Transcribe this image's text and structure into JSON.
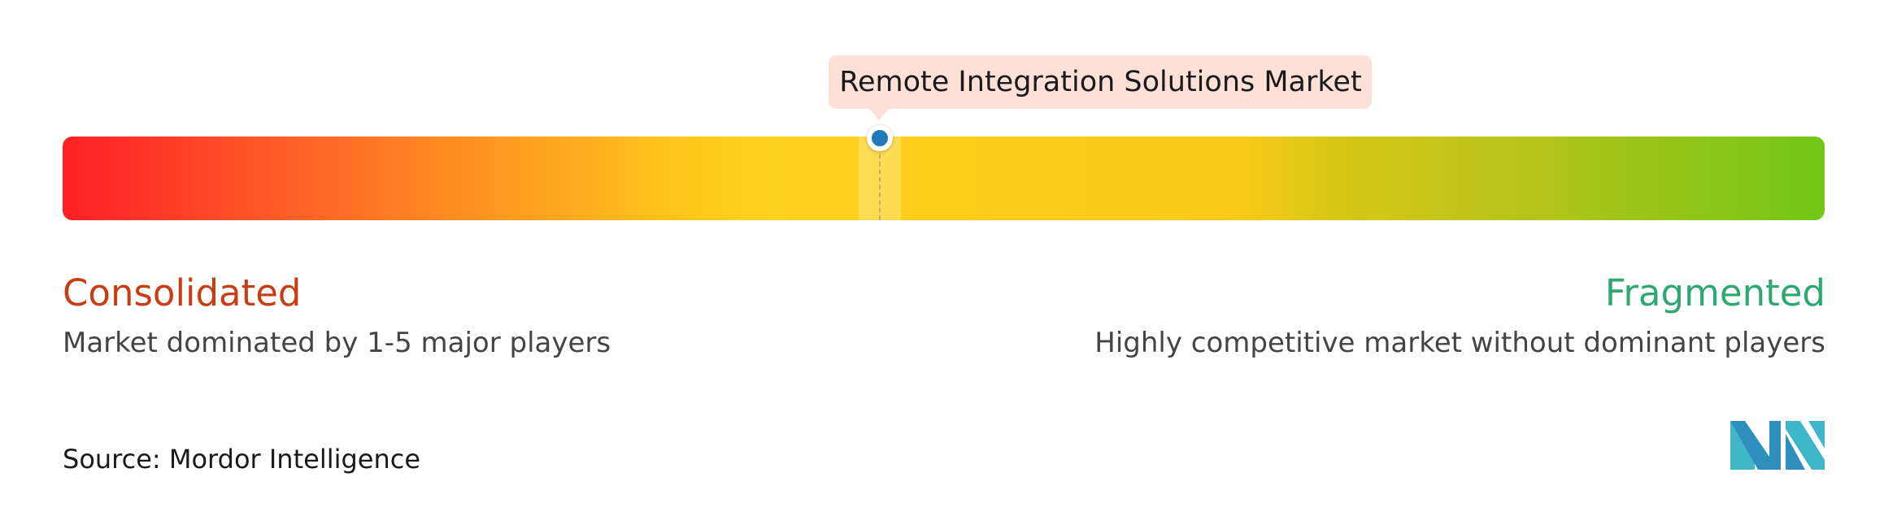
{
  "marker": {
    "label": "Remote Integration Solutions Market",
    "position_fraction": 0.464
  },
  "scale": {
    "left_title": "Consolidated",
    "left_description": "Market dominated by 1-5 major players",
    "right_title": "Fragmented",
    "right_description": "Highly competitive market without dominant players"
  },
  "footer": {
    "source": "Source: Mordor Intelligence"
  },
  "colors": {
    "consolidated": "#c83d14",
    "fragmented": "#2ea86e",
    "marker_dot": "#1f7bb8",
    "tooltip_bg": "#fde0d6"
  },
  "icons": {
    "logo": "mordor-intelligence-logo-icon",
    "marker": "position-marker-icon"
  }
}
